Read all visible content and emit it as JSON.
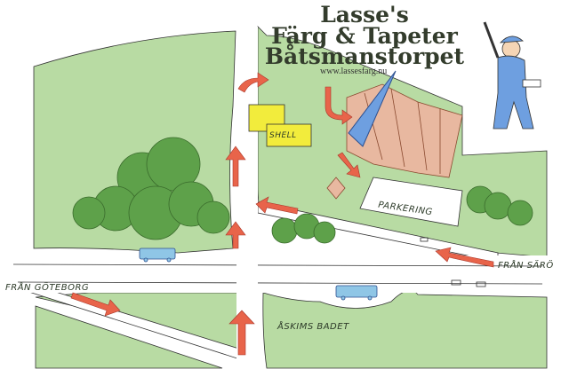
{
  "header": {
    "title_line1": "Lasse's",
    "title_line2": "Färg & Tapeter",
    "title_line3": "Båtsmanstorpet",
    "website": "www.lassesfarg.nu"
  },
  "labels": {
    "gas_station": "SHELL",
    "parking": "PARKERING",
    "from_goteborg": "FRÅN GÖTEBORG",
    "from_saro": "FRÅN SÄRÖ",
    "askims_badet": "ÅSKIMS BADET"
  },
  "colors": {
    "grass": "#b8dba3",
    "tree": "#5ea14a",
    "arrow": "#e8644a",
    "building": "#e8b8a0",
    "shell": "#f2ec3c",
    "bus": "#8fc6e6",
    "pointer": "#6e9fe0"
  }
}
